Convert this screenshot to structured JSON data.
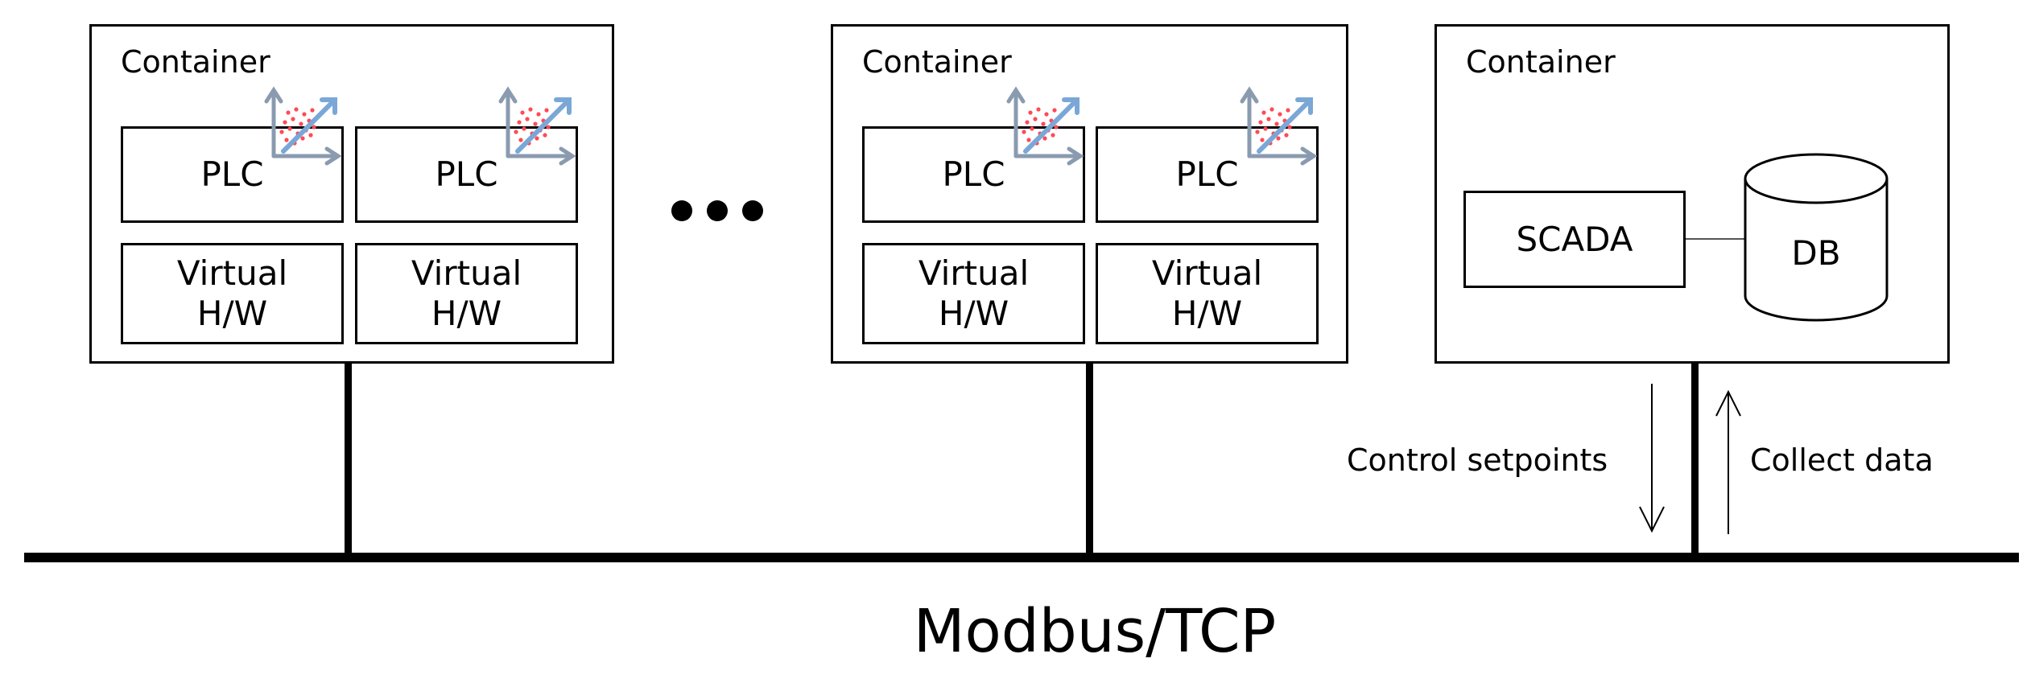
{
  "container_1": {
    "title": "Container",
    "units": [
      {
        "plc": "PLC",
        "hw_line1": "Virtual",
        "hw_line2": "H/W"
      },
      {
        "plc": "PLC",
        "hw_line1": "Virtual",
        "hw_line2": "H/W"
      }
    ]
  },
  "container_2": {
    "title": "Container",
    "units": [
      {
        "plc": "PLC",
        "hw_line1": "Virtual",
        "hw_line2": "H/W"
      },
      {
        "plc": "PLC",
        "hw_line1": "Virtual",
        "hw_line2": "H/W"
      }
    ]
  },
  "container_3": {
    "title": "Container",
    "scada": "SCADA",
    "db": "DB"
  },
  "arrows": {
    "down_label": "Control setpoints",
    "up_label": "Collect data"
  },
  "bus_label": "Modbus/TCP",
  "colors": {
    "line": "#000000",
    "chart_axis": "#8a9bb0",
    "chart_trend": "#7aa7d6",
    "chart_dots": "#ff4a55"
  }
}
